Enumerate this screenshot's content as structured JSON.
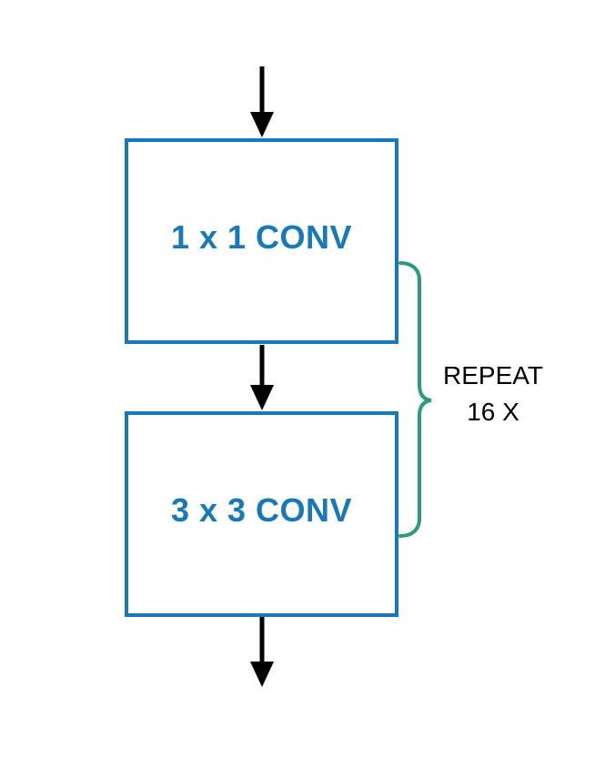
{
  "diagram": {
    "title": "repeated-conv-block-diagram",
    "boxes": [
      {
        "label": "1 x 1 CONV"
      },
      {
        "label": "3 x 3 CONV"
      }
    ],
    "annotation": {
      "line1": "REPEAT",
      "line2": "16 X"
    },
    "repeat_count": "16",
    "colors": {
      "box_border": "#1779b8",
      "box_text": "#1779b8",
      "brace": "#2a9d78",
      "arrow": "#000000",
      "background": "#ffffff"
    }
  }
}
